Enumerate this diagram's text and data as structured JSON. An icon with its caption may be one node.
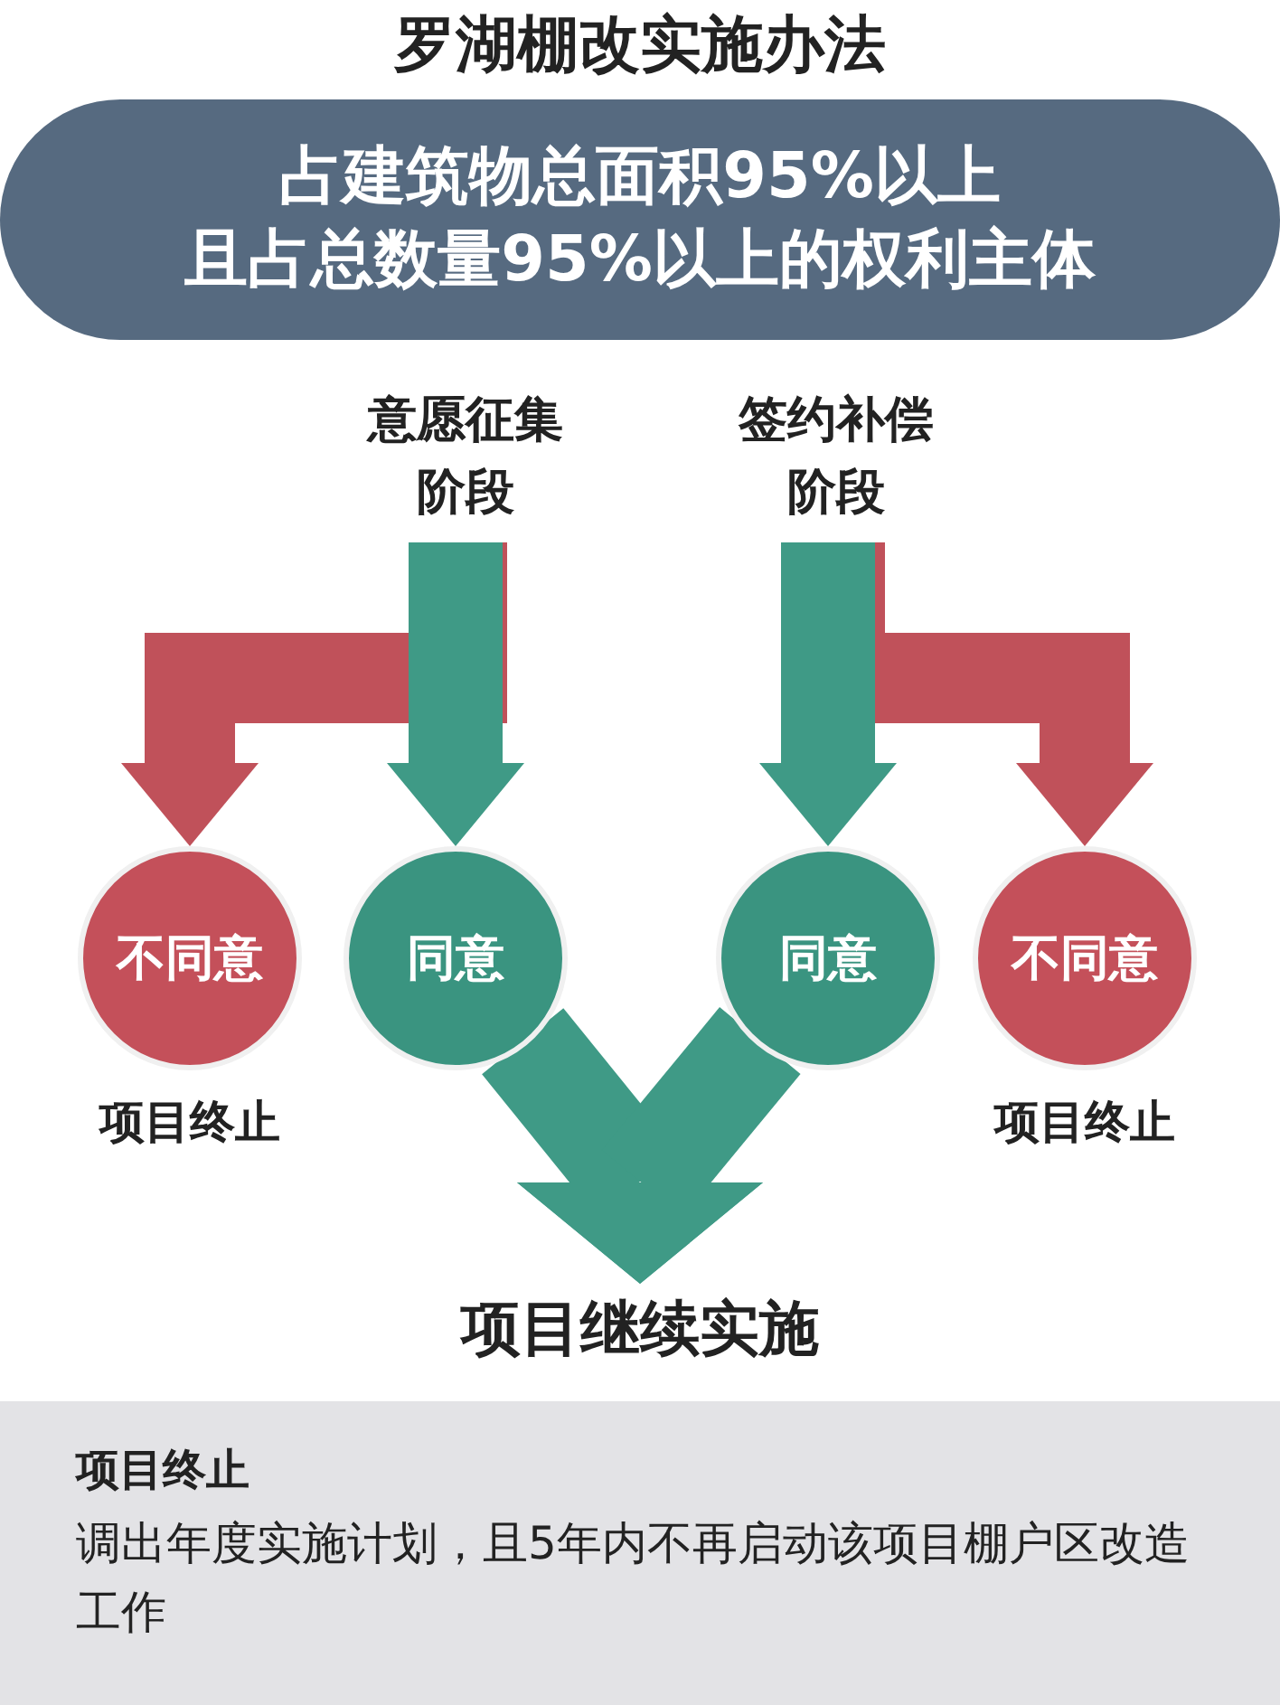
{
  "diagram": {
    "title": "罗湖棚改实施办法",
    "nodes": [
      {
        "text": [
          "占建筑物总面积95%以上",
          "且占总数量95%以上的权利主体"
        ]
      },
      {
        "text": [
          "意愿征集阶段"
        ]
      },
      {
        "text": [
          "签约补偿阶段"
        ]
      },
      {
        "text": [
          "不同意"
        ],
        "beside": [
          "项目终止"
        ]
      },
      {
        "text": [
          "同意"
        ]
      },
      {
        "text": [
          "同意"
        ]
      },
      {
        "text": [
          "不同意"
        ],
        "beside": [
          "项目终止"
        ]
      },
      {
        "text": [
          "项目继续实施"
        ]
      },
      {
        "text": [
          "项目终止",
          "调出年度实施计划，且5年内不再启动该项目棚户区改造工作"
        ]
      }
    ],
    "edges": [
      {
        "from": 1,
        "to": 4,
        "arrow": "to"
      },
      {
        "from": 1,
        "to": 3,
        "arrow": "to",
        "color": "#c0515a"
      },
      {
        "from": 2,
        "to": 5,
        "arrow": "to"
      },
      {
        "from": 2,
        "to": 6,
        "arrow": "to",
        "color": "#c0515a"
      },
      {
        "from": 4,
        "to": 7,
        "arrow": "to"
      },
      {
        "from": 5,
        "to": 7,
        "arrow": "to"
      }
    ]
  }
}
